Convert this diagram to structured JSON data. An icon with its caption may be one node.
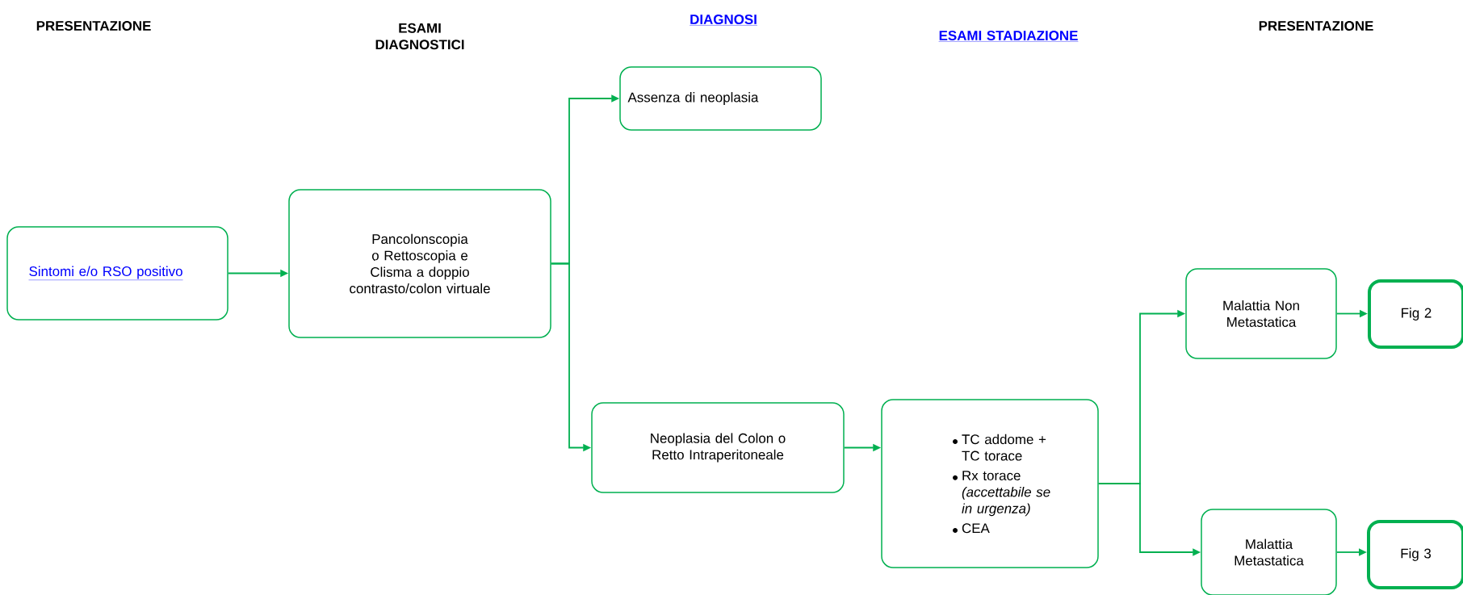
{
  "diagram": {
    "nodes": [
      {
        "text": [
          "Sintomi e/o RSO positivo"
        ]
      },
      {
        "text": [
          "Pancolonscopia o Rettoscopia e Clisma a doppio contrasto/colon virtuale"
        ]
      },
      {
        "text": [
          "Assenza di neoplasia"
        ]
      },
      {
        "text": [
          "Neoplasia del Colon o Retto Intraperitoneale"
        ]
      },
      {
        "text": [
          "TC addome + TC torace",
          "Rx torace *(accettabile se in urgenza)*",
          "CEA"
        ]
      },
      {
        "text": [
          "Malattia Non Metastatica"
        ]
      },
      {
        "text": [
          "Fig 2"
        ]
      },
      {
        "text": [
          "Malattia Metastatica"
        ]
      },
      {
        "text": [
          "Fig 3"
        ]
      }
    ],
    "edges": [
      {
        "from": 0,
        "to": 1,
        "arrow": "to"
      },
      {
        "from": 1,
        "to": 2,
        "arrow": "to"
      },
      {
        "from": 1,
        "to": 3,
        "arrow": "to"
      },
      {
        "from": 3,
        "to": 4,
        "arrow": "to"
      },
      {
        "from": 4,
        "to": 5,
        "arrow": "to"
      },
      {
        "from": 4,
        "to": 7,
        "arrow": "to"
      },
      {
        "from": 5,
        "to": 6,
        "arrow": "to"
      },
      {
        "from": 7,
        "to": 8,
        "arrow": "to"
      }
    ],
    "labels": [
      "PRESENTAZIONE",
      "ESAMI DIAGNOSTICI",
      "DIAGNOSI",
      "ESAMI STADIAZIONE",
      "PRESENTAZIONE"
    ]
  }
}
